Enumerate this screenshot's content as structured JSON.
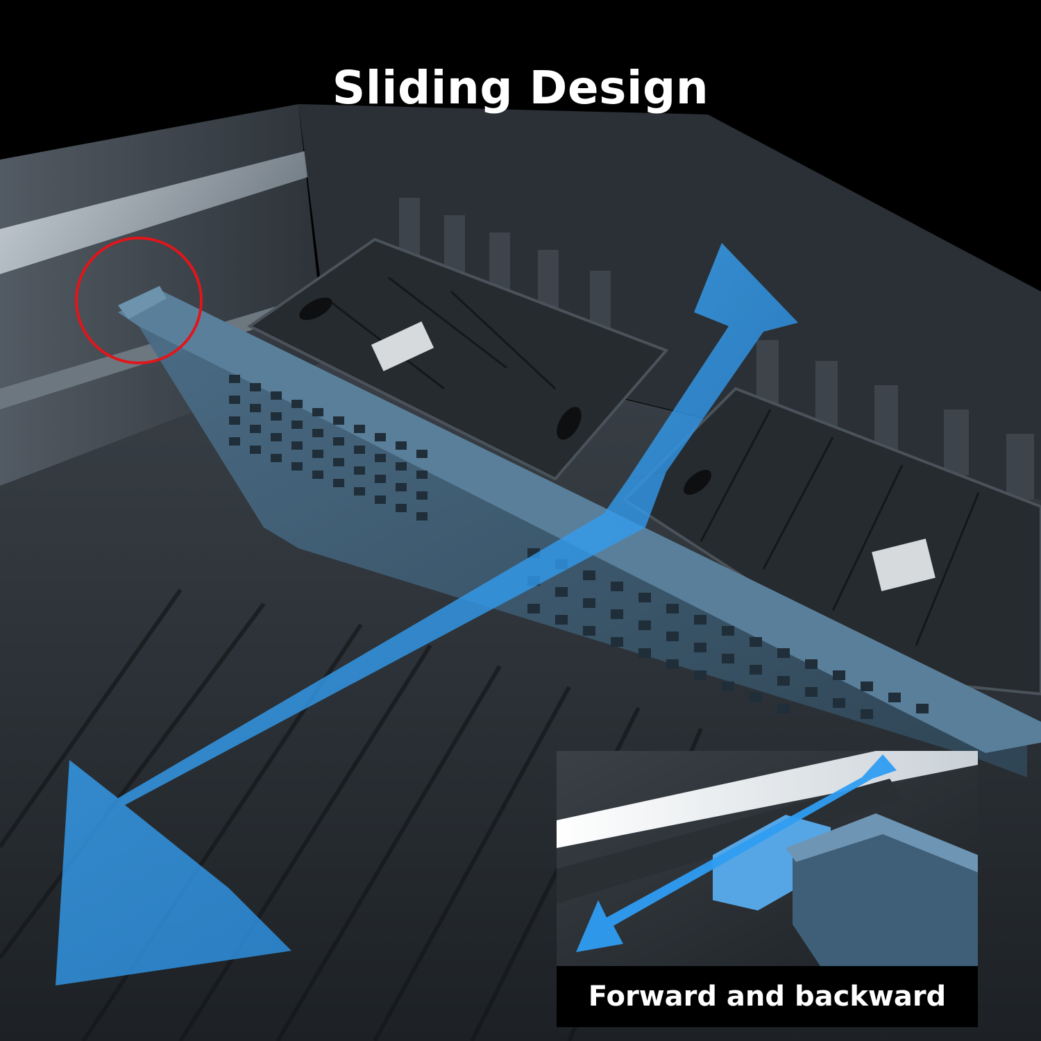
{
  "headline": "Sliding Design",
  "inset": {
    "caption": "Forward and backward"
  },
  "colors": {
    "background": "#000000",
    "bed_dark": "#1c2024",
    "bed_mid": "#2f353b",
    "divider_panel": "#3c5c74",
    "arrow_blue": "#2f9df2",
    "highlight_circle": "#e0161b",
    "text": "#ffffff"
  },
  "icons": {
    "main_arrow": "double-headed-arrow-icon",
    "inset_arrow": "double-headed-arrow-icon",
    "highlight": "red-circle-highlight"
  }
}
